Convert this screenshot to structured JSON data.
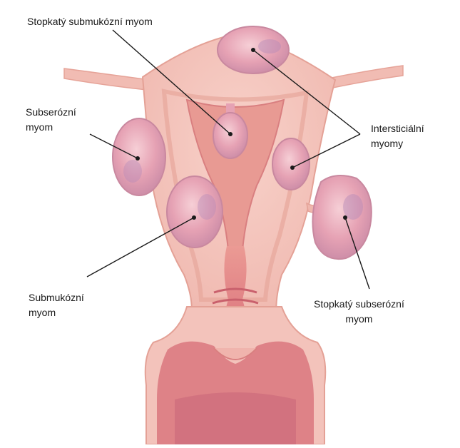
{
  "labels": {
    "pedunculated_submucosal": "Stopkatý submukózní myom",
    "subserosal_line1": "Subserózní",
    "subserosal_line2": "myom",
    "interstitial_line1": "Intersticiální",
    "interstitial_line2": "myomy",
    "submucosal_line1": "Submukózní",
    "submucosal_line2": "myom",
    "pedunculated_subserosal_line1": "Stopkatý subserózní",
    "pedunculated_subserosal_line2": "myom"
  },
  "colors": {
    "uterus_body": "#f3c3bb",
    "uterus_outline": "#e9a89e",
    "cavity": "#e88f8c",
    "cavity_dark": "#d9747a",
    "fibroid_fill": "#e7a9b8",
    "fibroid_purple": "#b48ab8",
    "leader_line": "#1a1a1a"
  }
}
